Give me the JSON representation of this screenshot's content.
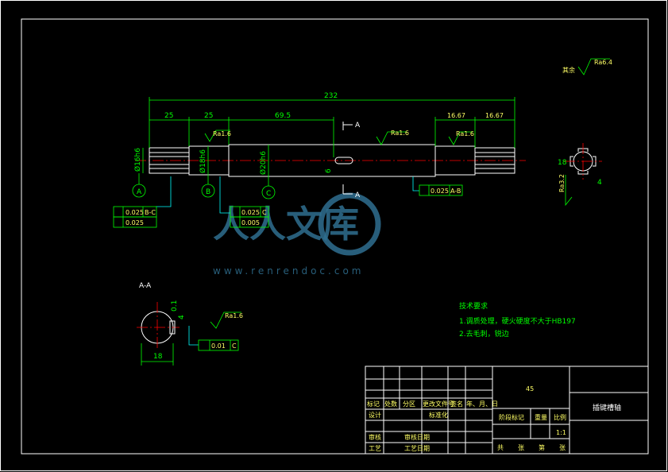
{
  "drawing": {
    "overall_length": "232",
    "dims_top": [
      "25",
      "25",
      "69.5",
      "16.67",
      "16.67"
    ],
    "diameters": [
      "Ø16h6",
      "Ø18h6",
      "Ø20h6"
    ],
    "datums": [
      "A",
      "B",
      "C"
    ],
    "roughness": [
      "Ra1.6",
      "Ra1.6",
      "Ra1.6",
      "Ra1.6"
    ],
    "other_roughness": "其余",
    "other_roughness_value": "Ra6.4",
    "section_marker": "A",
    "section_title": "A-A",
    "section_dims": [
      "4",
      "0.1",
      "18"
    ],
    "section_roughness": "Ra1.6",
    "section_tolerance": [
      "0.01",
      "C"
    ],
    "keyway_dim": "6",
    "end_view_dims": [
      "18",
      "4"
    ],
    "end_view_roughness": "Ra3.2",
    "tolerance_frames": [
      {
        "value": "0.025",
        "datum": "B-C"
      },
      {
        "value": "0.025",
        "datum": ""
      },
      {
        "value": "0.025",
        "datum": "C"
      },
      {
        "value": "0.005",
        "datum": ""
      },
      {
        "value": "0.025",
        "datum": "A-B"
      }
    ]
  },
  "notes": {
    "title": "技术要求",
    "items": [
      "1.调质处理，硬火硬度不大于HB197",
      "2.去毛刺，锐边"
    ]
  },
  "title_block": {
    "material": "45",
    "part_name": "插键槽轴",
    "scale": "1:1",
    "headers": [
      "标记",
      "处数",
      "分区",
      "更改文件号",
      "签名",
      "年、月、日"
    ],
    "design": "设计",
    "standardize": "标准化",
    "review": "审核",
    "process": "工艺",
    "approve_date": "审核日期",
    "process_date": "工艺日期",
    "stage_mark": "阶段标记",
    "weight": "重量",
    "ratio": "比例",
    "sheet_total": "共",
    "sheet_label": "张",
    "sheet_no": "第",
    "sheet_of": "张"
  },
  "watermark": {
    "text": "人人文库",
    "url": "www.renrendoc.com"
  }
}
